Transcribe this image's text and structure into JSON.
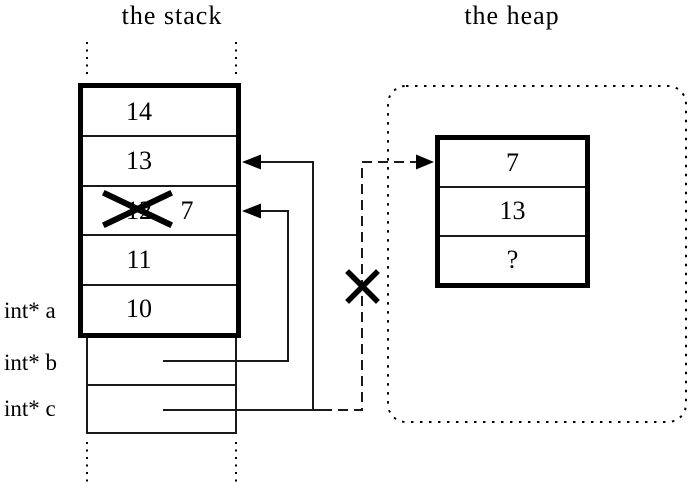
{
  "diagram": {
    "stack": {
      "title": "the stack",
      "cells": [
        {
          "value": "14"
        },
        {
          "value": "13"
        },
        {
          "value": "12",
          "crossed_out": true,
          "new_value": "7"
        },
        {
          "value": "11"
        },
        {
          "value": "10"
        }
      ],
      "pointer_labels": [
        {
          "label": "int* a"
        },
        {
          "label": "int* b"
        },
        {
          "label": "int* c"
        }
      ]
    },
    "heap": {
      "title": "the heap",
      "cells": [
        {
          "value": "7"
        },
        {
          "value": "13"
        },
        {
          "value": "?"
        }
      ]
    },
    "icons": {
      "cross_out": "bold-x-cross",
      "broken_link": "bold-x-cross",
      "pointer_arrowhead": "filled-triangle"
    },
    "colors": {
      "ink": "#000000",
      "background": "#ffffff"
    }
  }
}
